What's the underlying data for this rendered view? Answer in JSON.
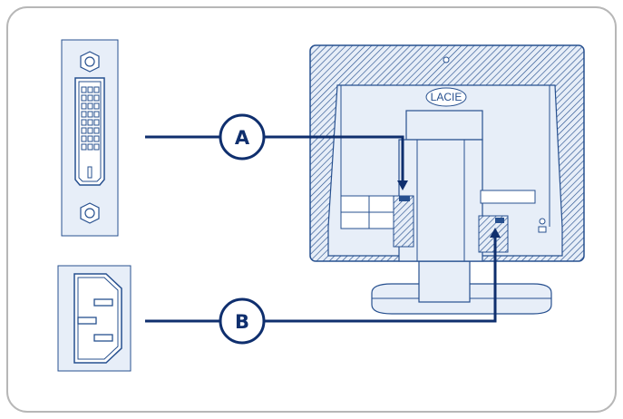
{
  "diagram": {
    "callouts": [
      {
        "id": "A",
        "label": "A"
      },
      {
        "id": "B",
        "label": "B"
      }
    ],
    "monitor_logo": "LACIE",
    "colors": {
      "line_blue": "#0f2f6e",
      "figure_blue": "#27508f",
      "fill_light": "#e7eef8",
      "frame_border": "#b7b7b7",
      "white": "#ffffff"
    },
    "icons": {
      "dvi_connector": "dvi-connector-icon",
      "power_connector": "power-inlet-icon",
      "monitor_back": "monitor-rear-view"
    }
  }
}
